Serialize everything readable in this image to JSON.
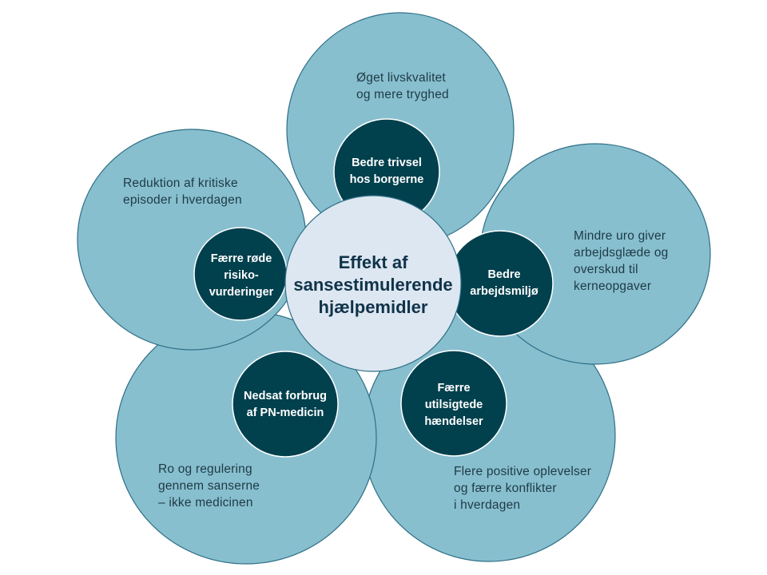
{
  "center": {
    "text": "Effekt af\nsansestimulerende\nhjælpemidler"
  },
  "petals": [
    {
      "id": "top",
      "outer": "Øget livskvalitet\nog mere tryghed",
      "hub": "Bedre trivsel\nhos borgerne"
    },
    {
      "id": "right",
      "outer": "Mindre uro giver\narbejdsglæde og\noverskud til\nkerneopgaver",
      "hub": "Bedre\narbejdsmiljø"
    },
    {
      "id": "bottom-right",
      "outer": "Flere positive oplevelser\nog færre konflikter\ni hverdagen",
      "hub": "Færre\nutilsigtede\nhændelser"
    },
    {
      "id": "bottom-left",
      "outer": "Ro og regulering\ngennem sanserne\n– ikke medicinen",
      "hub": "Nedsat forbrug\naf PN-medicin"
    },
    {
      "id": "left",
      "outer": "Reduktion af kritiske\nepisoder i hverdagen",
      "hub": "Færre røde\nrisiko-\nvurderinger"
    }
  ],
  "colors": {
    "petal": "#87bfcf",
    "hub": "#01404d",
    "center": "#dde7f1",
    "outline": "#2f6f86"
  }
}
